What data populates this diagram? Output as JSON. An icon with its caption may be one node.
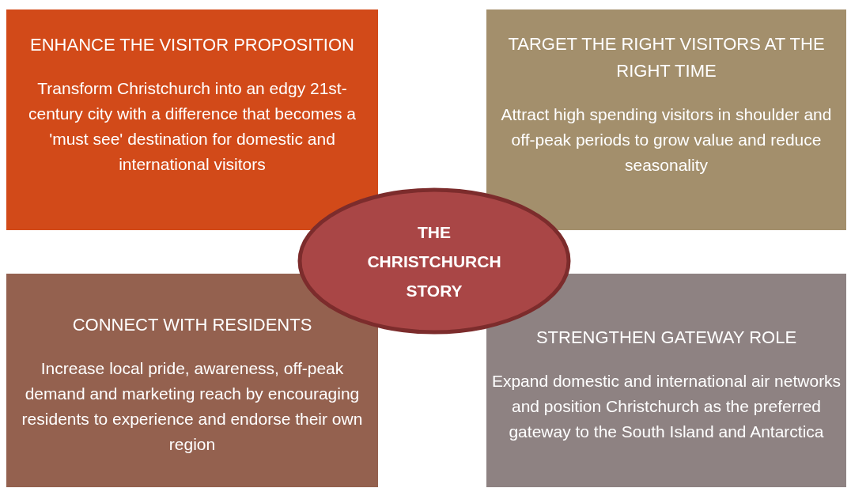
{
  "diagram": {
    "nodes": [
      {
        "text": [
          "ENHANCE THE VISITOR PROPOSITION",
          "Transform Christchurch into an edgy 21st-century city with a difference that becomes a 'must see' destination for domestic and international visitors"
        ]
      },
      {
        "text": [
          "TARGET THE RIGHT VISITORS AT THE RIGHT TIME",
          "Attract high spending visitors in shoulder and off-peak periods to grow value and reduce seasonality"
        ]
      },
      {
        "text": [
          "CONNECT WITH RESIDENTS",
          "Increase local pride, awareness, off-peak demand and marketing reach by encouraging residents to experience and endorse their own region"
        ]
      },
      {
        "text": [
          "STRENGTHEN GATEWAY ROLE",
          "Expand domestic and international air networks and position Christchurch as the preferred gateway to the South Island and Antarctica"
        ]
      },
      {
        "text": [
          "THE CHRISTCHURCH STORY"
        ]
      }
    ]
  }
}
